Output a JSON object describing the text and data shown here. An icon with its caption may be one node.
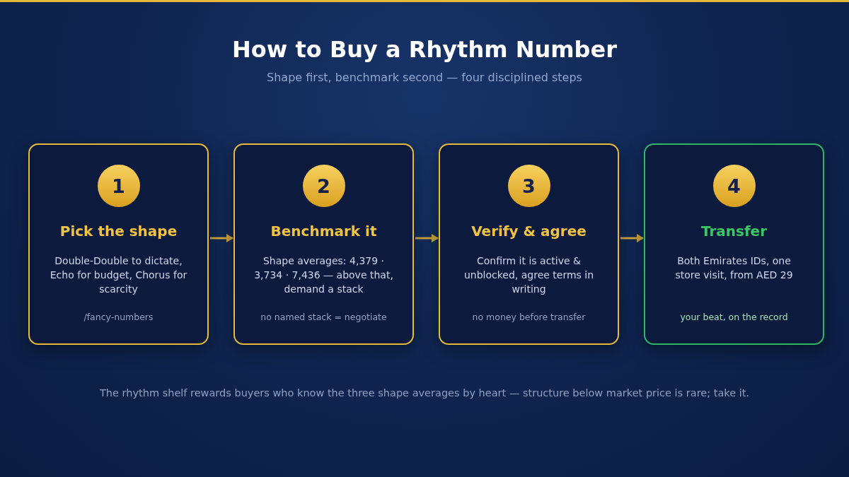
{
  "diagram": {
    "title": "How to Buy a Rhythm Number",
    "caption": "The rhythm shelf rewards buyers who know the three shape averages by heart — structure below market price is rare; take it.",
    "nodes": [
      {
        "text": [
          "1",
          "Pick the shape",
          "Double-Double to dictate, Echo for budget, Chorus for scarcity",
          "/fancy-numbers"
        ]
      },
      {
        "text": [
          "2",
          "Benchmark it",
          "Shape averages: 4,379 · 3,734 · 7,436 — above that, demand a stack",
          "no named stack = negotiate"
        ]
      },
      {
        "text": [
          "3",
          "Verify & agree",
          "Confirm it is active & unblocked, agree terms in writing",
          "no money before transfer"
        ]
      },
      {
        "text": [
          "4",
          "Transfer",
          "Both Emirates IDs, one store visit, from AED 29",
          "your beat, on the record"
        ]
      }
    ],
    "edges": [
      {
        "from": 0,
        "to": 1,
        "arrow": "to"
      },
      {
        "from": 1,
        "to": 2,
        "arrow": "to"
      },
      {
        "from": 2,
        "to": 3,
        "arrow": "to"
      }
    ],
    "labels": [
      "Shape first, benchmark second — four disciplined steps"
    ]
  }
}
